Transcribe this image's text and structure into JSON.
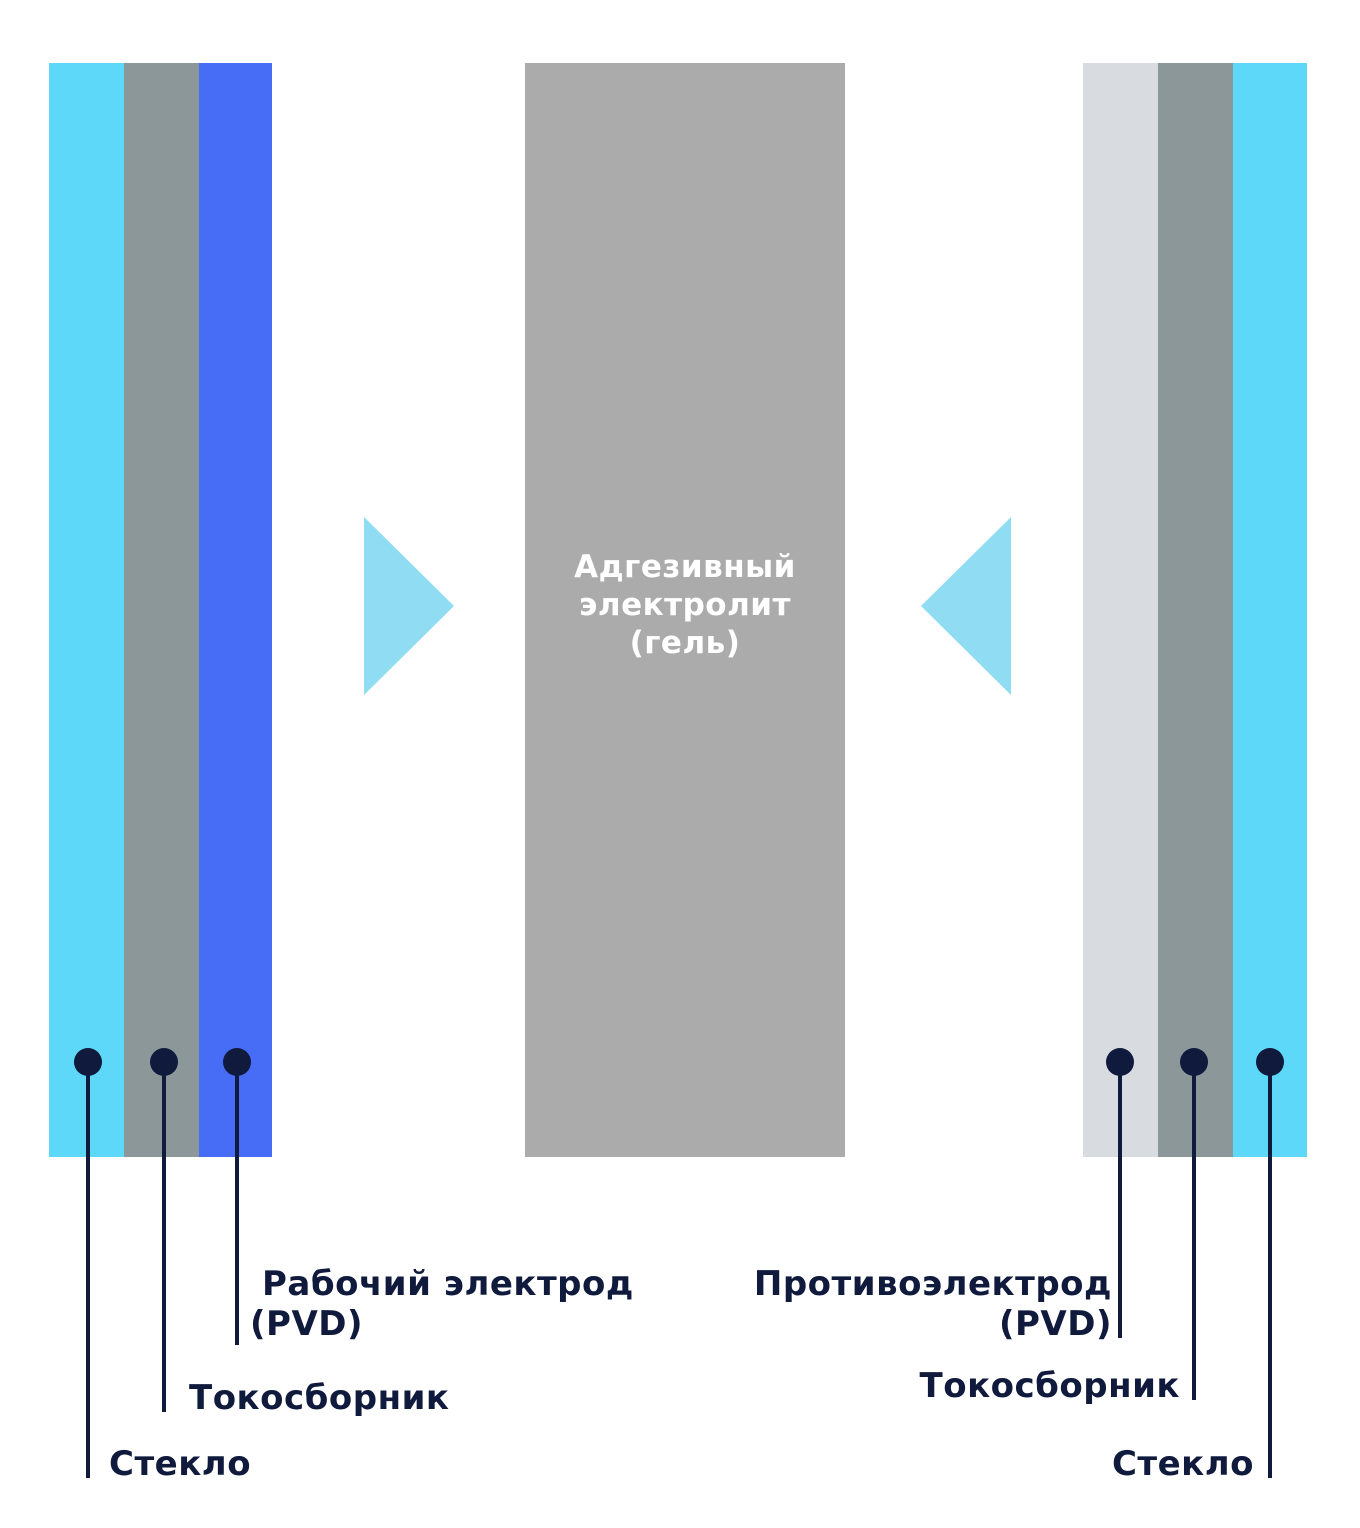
{
  "colors": {
    "glass": "#5dd8f8",
    "current_collector": "#8c979a",
    "working_electrode": "#476cf6",
    "gel": "#ababab",
    "counter_electrode": "#d8dbdf",
    "arrow": "#90dcf2",
    "marker": "#0f1a3c"
  },
  "icons": {
    "left_arrow": "triangle-right-icon",
    "right_arrow": "triangle-left-icon",
    "marker": "dot-marker-icon"
  },
  "gel": {
    "line1": "Адгезивный",
    "line2": "электролит",
    "line3": "(гель)"
  },
  "labels": {
    "working_electrode": {
      "line1": "Рабочий электрод",
      "line2": "(PVD)"
    },
    "current_collector_left": "Токосборник",
    "glass_left": "Стекло",
    "counter_electrode": {
      "line1": "Противоэлектрод",
      "line2": "(PVD)"
    },
    "current_collector_right": "Токосборник",
    "glass_right": "Стекло"
  }
}
